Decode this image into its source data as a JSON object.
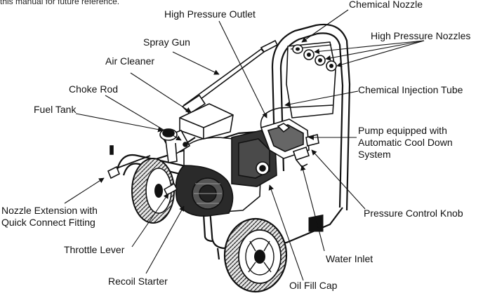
{
  "top_note": "this manual for future reference.",
  "labels": {
    "chemical_nozzle": "Chemical Nozzle",
    "high_pressure_outlet": "High Pressure Outlet",
    "high_pressure_nozzles": "High Pressure Nozzles",
    "spray_gun": "Spray Gun",
    "air_cleaner": "Air Cleaner",
    "choke_rod": "Choke Rod",
    "fuel_tank": "Fuel Tank",
    "chemical_injection_tube": "Chemical Injection Tube",
    "pump": "Pump equipped with\nAutomatic Cool Down\nSystem",
    "nozzle_extension": "Nozzle Extension with\nQuick Connect Fitting",
    "pressure_control_knob": "Pressure Control Knob",
    "throttle_lever": "Throttle Lever",
    "water_inlet": "Water Inlet",
    "recoil_starter": "Recoil Starter",
    "oil_fill_cap": "Oil Fill Cap"
  },
  "colors": {
    "ink": "#111111",
    "tire": "#3a3a3a",
    "shade": "#2a2a2a"
  }
}
